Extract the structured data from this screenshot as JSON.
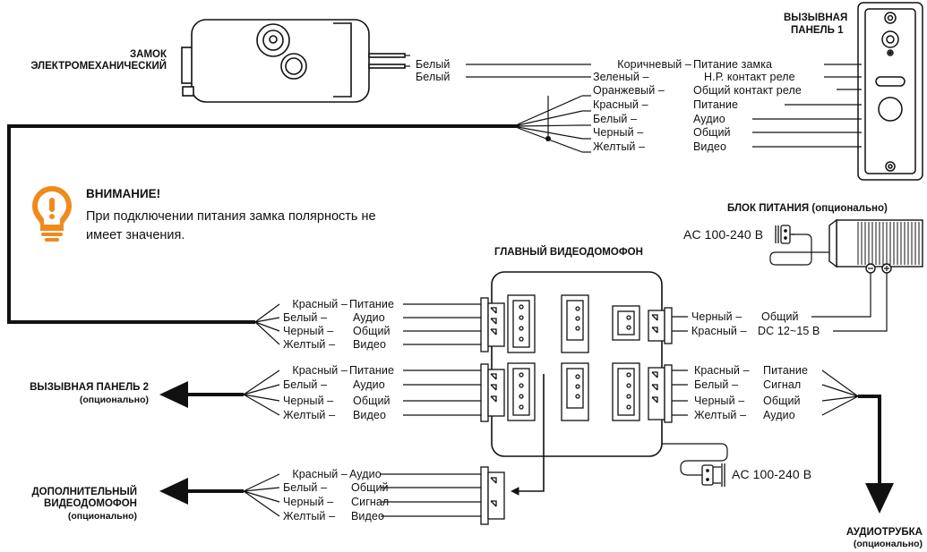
{
  "colors": {
    "accent": "#f08a1c",
    "line": "#111111"
  },
  "lock": {
    "title_line1": "ЗАМОК",
    "title_line2": "ЭЛЕКТРОМЕХАНИЧЕСКИЙ",
    "wire1": "Белый",
    "wire2": "Белый"
  },
  "panel1": {
    "title_line1": "ВЫЗЫВНАЯ",
    "title_line2": "ПАНЕЛЬ 1",
    "wires": [
      {
        "color": "Коричневый –",
        "func": "Питание замка"
      },
      {
        "color": "Зеленый –",
        "func": "Н.Р. контакт реле"
      },
      {
        "color": "Оранжевый –",
        "func": "Общий контакт реле"
      },
      {
        "color": "Красный –",
        "func": "Питание"
      },
      {
        "color": "Белый –",
        "func": "Аудио"
      },
      {
        "color": "Черный –",
        "func": "Общий"
      },
      {
        "color": "Желтый –",
        "func": "Видео"
      }
    ]
  },
  "warning": {
    "icon": "lightbulb-exclamation-icon",
    "title": "ВНИМАНИЕ!",
    "text": "При подключении питания замка полярность не имеет значения."
  },
  "psu": {
    "title": "БЛОК ПИТАНИЯ (опционально)",
    "ac_label": "AC 100-240 В",
    "wires": [
      {
        "color": "Черный –",
        "func": "Общий"
      },
      {
        "color": "Красный –",
        "func": "DC 12~15 В"
      }
    ]
  },
  "main": {
    "title": "ГЛАВНЫЙ ВИДЕОДОМОФОН",
    "ac_label": "AC 100-240 В"
  },
  "conn_panel1": [
    {
      "color": "Красный –",
      "func": "Питание"
    },
    {
      "color": "Белый –",
      "func": "Аудио"
    },
    {
      "color": "Черный –",
      "func": "Общий"
    },
    {
      "color": "Желтый –",
      "func": "Видео"
    }
  ],
  "panel2": {
    "title": "ВЫЗЫВНАЯ ПАНЕЛЬ 2",
    "subtitle": "(опционально)",
    "wires": [
      {
        "color": "Красный –",
        "func": "Питание"
      },
      {
        "color": "Белый –",
        "func": "Аудио"
      },
      {
        "color": "Черный –",
        "func": "Общий"
      },
      {
        "color": "Желтый –",
        "func": "Видео"
      }
    ]
  },
  "handset": {
    "title": "АУДИОТРУБКА",
    "subtitle": "(опционально)",
    "wires": [
      {
        "color": "Красный –",
        "func": "Питание"
      },
      {
        "color": "Белый –",
        "func": "Сигнал"
      },
      {
        "color": "Черный –",
        "func": "Общий"
      },
      {
        "color": "Желтый –",
        "func": "Аудио"
      }
    ]
  },
  "extra": {
    "title_line1": "ДОПОЛНИТЕЛЬНЫЙ",
    "title_line2": "ВИДЕОДОМОФОН",
    "subtitle": "(опционально)",
    "wires": [
      {
        "color": "Красный –",
        "func": "Аудио"
      },
      {
        "color": "Белый –",
        "func": "Общий"
      },
      {
        "color": "Черный –",
        "func": "Сигнал"
      },
      {
        "color": "Желтый –",
        "func": "Видео"
      }
    ]
  }
}
